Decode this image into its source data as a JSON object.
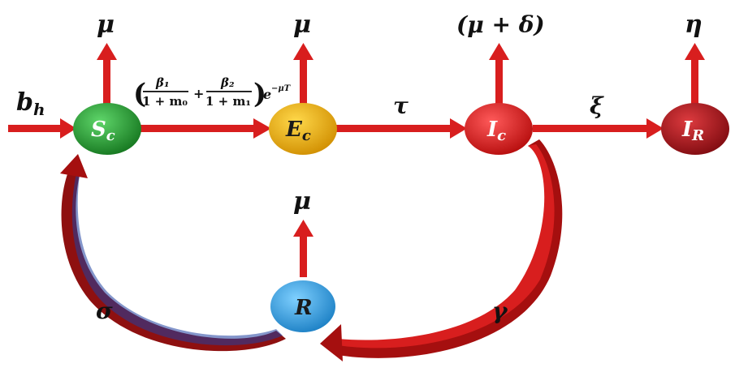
{
  "colors": {
    "arrow": "#d81e1e",
    "arrow_dark": "#a50f0f",
    "curve_dark": "#8e1010",
    "node_s": "#1f9e2e",
    "node_e": "#f1b20c",
    "node_i": "#e41b1b",
    "node_ir": "#b3151b",
    "node_r": "#2ea0e6"
  },
  "nodes": {
    "s": {
      "main": "S",
      "sub": "c"
    },
    "e": {
      "main": "E",
      "sub": "c"
    },
    "i": {
      "main": "I",
      "sub": "c"
    },
    "ir": {
      "main": "I",
      "sub": "R"
    },
    "r": {
      "main": "R"
    }
  },
  "rates": {
    "inflow_main": "b",
    "inflow_sub": "h",
    "mu_s": "μ",
    "mu_e": "μ",
    "mu_i": "(μ + δ)",
    "eta": "η",
    "mu_r": "μ",
    "tau": "τ",
    "xi": "ξ",
    "gamma": "γ",
    "sigma": "σ"
  },
  "force_of_infection": {
    "open_paren": "(",
    "close_paren": ")",
    "num1": "β₁",
    "den1": "1 + m₀",
    "plus": "+",
    "num2": "β₂",
    "den2": "1 + m₁",
    "exp_base": "e",
    "exp_power": "−μT"
  }
}
